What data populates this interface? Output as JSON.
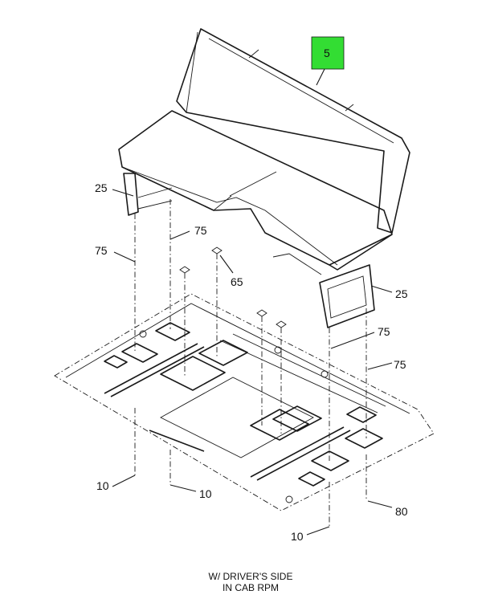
{
  "callouts": {
    "c5": "5",
    "c25_left": "25",
    "c25_right": "25",
    "c75_left": "75",
    "c75_mid": "75",
    "c75_right_a": "75",
    "c75_right_b": "75",
    "c65": "65",
    "c10_a": "10",
    "c10_b": "10",
    "c10_c": "10",
    "c80": "80"
  },
  "caption": {
    "line1": "W/ DRIVER'S SIDE",
    "line2": "IN CAB RPM"
  },
  "colors": {
    "highlight": "#33dd33",
    "line": "#1a1a1a",
    "background": "#ffffff"
  }
}
